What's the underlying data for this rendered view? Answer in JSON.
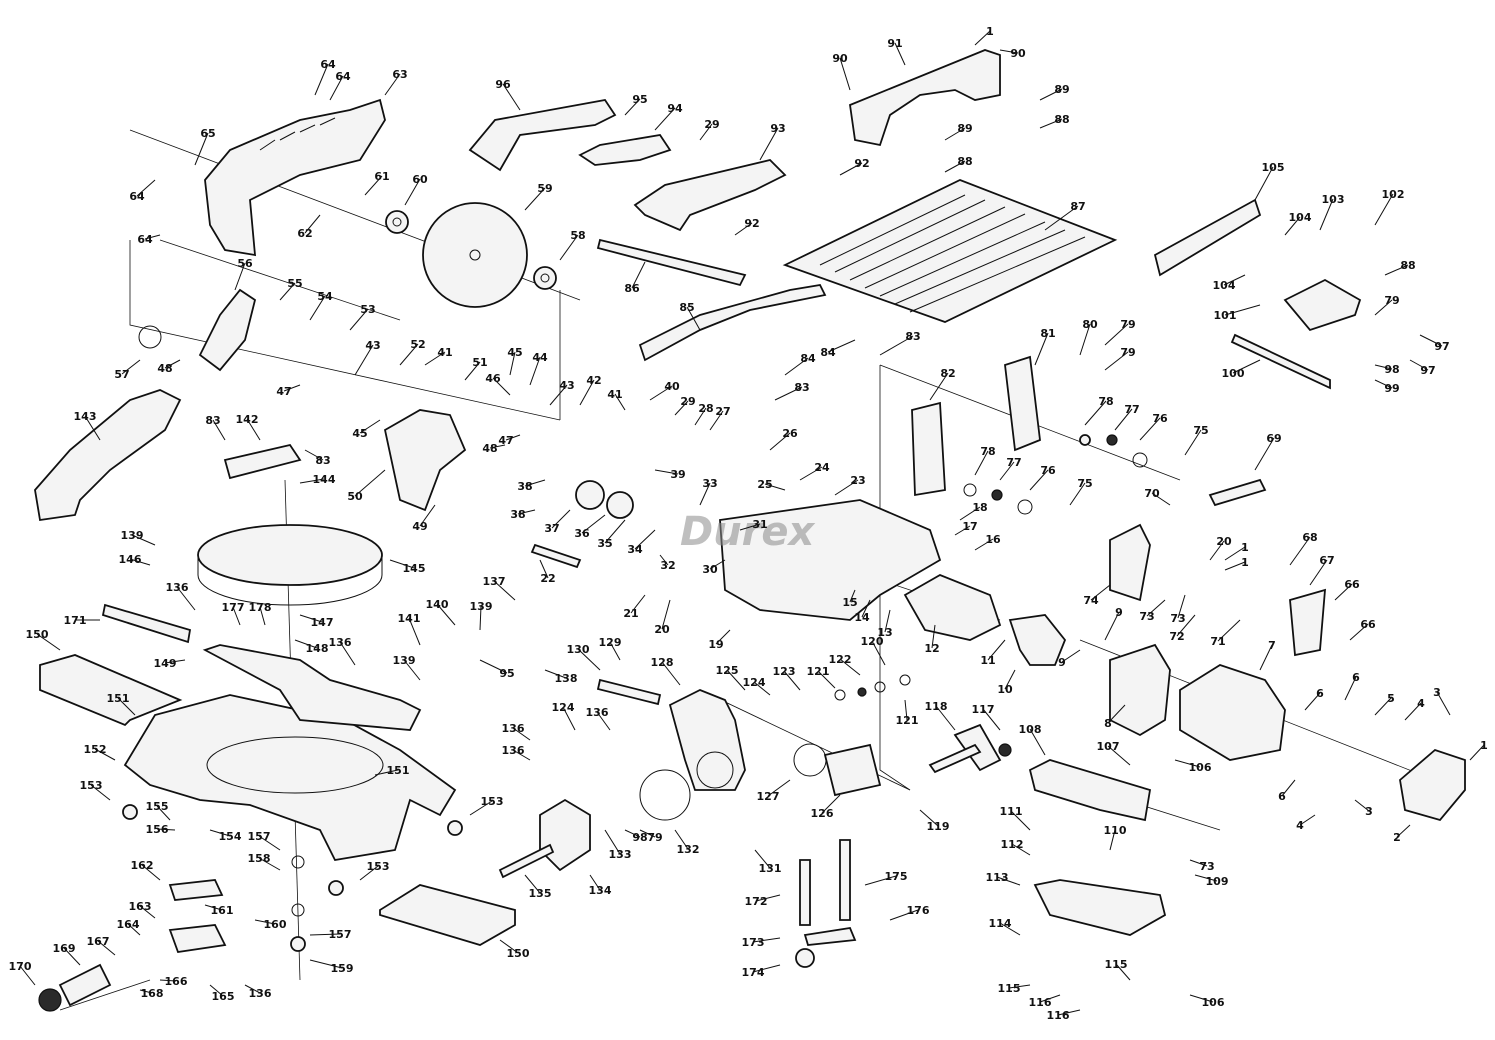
{
  "diagram": {
    "type": "exploded-parts-diagram",
    "watermark": "Durex"
  },
  "labels": [
    "1",
    "90",
    "91",
    "90",
    "89",
    "89",
    "88",
    "88",
    "92",
    "92",
    "87",
    "86",
    "93",
    "96",
    "95",
    "94",
    "29",
    "64",
    "64",
    "63",
    "65",
    "64",
    "61",
    "60",
    "62",
    "64",
    "59",
    "58",
    "57",
    "48",
    "56",
    "55",
    "54",
    "53",
    "43",
    "52",
    "41",
    "51",
    "45",
    "44",
    "43",
    "42",
    "47",
    "46",
    "45",
    "47",
    "48",
    "50",
    "49",
    "41",
    "40",
    "39",
    "29",
    "28",
    "27",
    "26",
    "38",
    "38",
    "37",
    "36",
    "35",
    "34",
    "33",
    "25",
    "24",
    "23",
    "31",
    "30",
    "32",
    "22",
    "21",
    "20",
    "19",
    "85",
    "84",
    "84",
    "83",
    "83",
    "81",
    "82",
    "80",
    "79",
    "79",
    "78",
    "77",
    "76",
    "75",
    "78",
    "77",
    "76",
    "75",
    "18",
    "17",
    "16",
    "15",
    "14",
    "13",
    "12",
    "11",
    "10",
    "9",
    "9",
    "8",
    "7",
    "6",
    "6",
    "5",
    "4",
    "3",
    "4",
    "3",
    "2",
    "6",
    "1",
    "70",
    "69",
    "74",
    "73",
    "73",
    "72",
    "71",
    "68",
    "67",
    "66",
    "66",
    "20",
    "1",
    "1",
    "105",
    "104",
    "104",
    "103",
    "102",
    "88",
    "101",
    "79",
    "100",
    "99",
    "98",
    "97",
    "97",
    "143",
    "142",
    "83",
    "83",
    "144",
    "145",
    "139",
    "146",
    "136",
    "177",
    "178",
    "147",
    "171",
    "150",
    "149",
    "148",
    "136",
    "140",
    "139",
    "141",
    "95",
    "139",
    "137",
    "138",
    "151",
    "152",
    "151",
    "153",
    "155",
    "156",
    "154",
    "153",
    "157",
    "158",
    "153",
    "162",
    "161",
    "163",
    "164",
    "160",
    "157",
    "169",
    "167",
    "166",
    "165",
    "136",
    "168",
    "170",
    "159",
    "150",
    "129",
    "130",
    "128",
    "125",
    "124",
    "123",
    "121",
    "122",
    "120",
    "121",
    "136",
    "136",
    "124",
    "136",
    "135",
    "133",
    "98",
    "79",
    "132",
    "134",
    "127",
    "126",
    "119",
    "118",
    "117",
    "108",
    "107",
    "106",
    "111",
    "110",
    "112",
    "109",
    "113",
    "73",
    "114",
    "115",
    "115",
    "116",
    "116",
    "106",
    "131",
    "172",
    "175",
    "173",
    "176",
    "174"
  ]
}
